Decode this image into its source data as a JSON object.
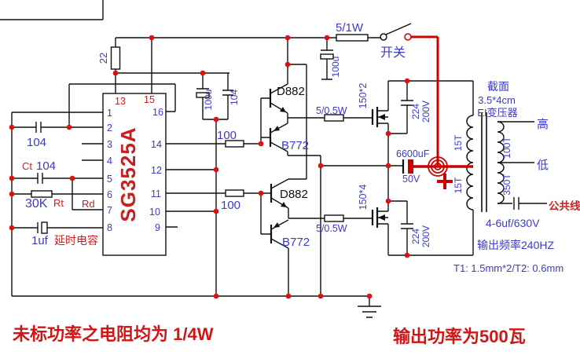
{
  "ic": {
    "name": "SG3525A",
    "pins_left": [
      "1",
      "2",
      "3",
      "4",
      "5",
      "6",
      "7",
      "8"
    ],
    "pins_right": [
      "16",
      "14",
      "12",
      "11",
      "10",
      "9"
    ],
    "pins_top": [
      "13",
      "15"
    ]
  },
  "timing": {
    "r22": "22",
    "c_in": "104",
    "ct_name": "Ct",
    "ct_val": "104",
    "rt_val": "30K",
    "rt_name": "Rt",
    "rd_name": "Rd",
    "c_soft": "1uf",
    "c_soft_note": "延时电容"
  },
  "decoupling": {
    "c100u": "100u",
    "c104": "104"
  },
  "driver": {
    "r_base_top": "100",
    "r_base_bot": "100",
    "npn_top": "D882",
    "pnp_top": "B772",
    "npn_bot": "D882",
    "pnp_bot": "B772",
    "r_gate_top": "5/0.5W",
    "r_gate_bot": "5/0.5W"
  },
  "supply": {
    "r_fuse": "5/1W",
    "switch_label": "开关",
    "c_filter": "100u"
  },
  "power": {
    "mos_top": "150*2",
    "mos_bot": "150*4",
    "snub_top_c": "224",
    "snub_top_v": "200V",
    "snub_bot_c": "224",
    "snub_bot_v": "200V",
    "c_bulk": "6600uF",
    "c_bulk_v": "50V",
    "plus_mark": "+"
  },
  "transformer": {
    "core_line1": "截面",
    "core_line2": "3.5*4cm",
    "core_line3": "EI变压器",
    "prim_top": "15T",
    "prim_bot": "15T",
    "sec_top": "100T",
    "sec_bot": "350T",
    "tap_high": "高",
    "tap_low": "低",
    "tap_common": "公共线",
    "c_out": "4-6uf/630V"
  },
  "notes": {
    "freq": "输出频率240HZ",
    "wire_gauge": "T1: 1.5mm*2/T2: 0.6mm",
    "resistor_note": "未标功率之电阻均为 1/4W",
    "power_note": "输出功率为500瓦"
  },
  "colors": {
    "label_blue": "#3b3bc8",
    "label_red": "#c82020",
    "wire_black": "#111111",
    "power_red": "#cc0000",
    "junction_dot": "#dd1111"
  }
}
